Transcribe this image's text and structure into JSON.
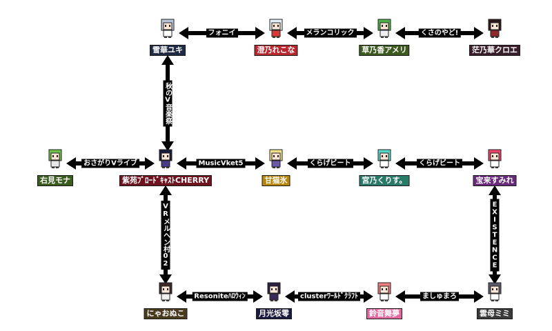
{
  "characters": [
    {
      "id": "c1",
      "name": "雪華ユキ",
      "tag_color": "#1f2a44",
      "hair": "#b8c4d8",
      "outfit": "#ffffff"
    },
    {
      "id": "c2",
      "name": "澄乃れこな",
      "tag_color": "#b8262e",
      "hair": "#e8eef6",
      "outfit": "#d83a3a"
    },
    {
      "id": "c3",
      "name": "草乃香アメリ",
      "tag_color": "#3c5a1e",
      "hair": "#4fb04a",
      "outfit": "#f0f0f0"
    },
    {
      "id": "c4",
      "name": "茫乃華クロエ",
      "tag_color": "#3a1d2a",
      "hair": "#2a1a1a",
      "outfit": "#8a2a2a"
    },
    {
      "id": "c5",
      "name": "右見モナ",
      "tag_color": "#3a5c1e",
      "hair": "#6ec04a",
      "outfit": "#e8e8e8"
    },
    {
      "id": "c6",
      "name": "紫苑ﾌﾞﾛｰﾄﾞｷｬｽﾄCHERRY",
      "tag_color": "#6e1420",
      "hair": "#1a1a3a",
      "outfit": "#4a3a8a"
    },
    {
      "id": "c7",
      "name": "甘猫氷",
      "tag_color": "#b8860b",
      "hair": "#f0e08a",
      "outfit": "#6a5aa8"
    },
    {
      "id": "c8",
      "name": "宮乃くりす。",
      "tag_color": "#2a7a6a",
      "hair": "#5ad6c8",
      "outfit": "#ffffff"
    },
    {
      "id": "c9",
      "name": "宝来すみれ",
      "tag_color": "#6a2a7a",
      "hair": "#e8446a",
      "outfit": "#ffffff"
    },
    {
      "id": "c10",
      "name": "にゃおぬこ",
      "tag_color": "#4a3a1e",
      "hair": "#3a2a2a",
      "outfit": "#f0f0f0"
    },
    {
      "id": "c11",
      "name": "月光坂零",
      "tag_color": "#1a1a40",
      "hair": "#2a2040",
      "outfit": "#3a2a5a"
    },
    {
      "id": "c12",
      "name": "鈴音舞夢",
      "tag_color": "#e06aa0",
      "hair": "#f08080",
      "outfit": "#ffffff"
    },
    {
      "id": "c13",
      "name": "雲母ミミ",
      "tag_color": "#3a3a3a",
      "hair": "#5a5a6a",
      "outfit": "#ffffff"
    }
  ],
  "connections": [
    {
      "id": "e1",
      "from": "c1",
      "to": "c2",
      "label": "フォニイ",
      "direction": "horizontal"
    },
    {
      "id": "e2",
      "from": "c2",
      "to": "c3",
      "label": "メランコリック",
      "direction": "horizontal"
    },
    {
      "id": "e3",
      "from": "c3",
      "to": "c4",
      "label": "くさのやど!",
      "direction": "horizontal"
    },
    {
      "id": "e4",
      "from": "c1",
      "to": "c6",
      "label": "秋のV音楽祭",
      "direction": "vertical"
    },
    {
      "id": "e5",
      "from": "c5",
      "to": "c6",
      "label": "おさがりVライブ",
      "direction": "horizontal"
    },
    {
      "id": "e6",
      "from": "c6",
      "to": "c7",
      "label": "MusicVket5",
      "direction": "horizontal"
    },
    {
      "id": "e7",
      "from": "c7",
      "to": "c8",
      "label": "くらげビート",
      "direction": "horizontal"
    },
    {
      "id": "e8",
      "from": "c8",
      "to": "c9",
      "label": "くらげビート",
      "direction": "horizontal"
    },
    {
      "id": "e9",
      "from": "c6",
      "to": "c10",
      "label": "VRメルヘン村02",
      "direction": "vertical"
    },
    {
      "id": "e10",
      "from": "c9",
      "to": "c13",
      "label": "EXISTENCE",
      "direction": "vertical"
    },
    {
      "id": "e11",
      "from": "c10",
      "to": "c11",
      "label": "Resoniteﾊﾛｳｨﾝ",
      "direction": "horizontal"
    },
    {
      "id": "e12",
      "from": "c11",
      "to": "c12",
      "label": "clusterﾜｰﾙﾄﾞｸﾗﾌﾄ",
      "direction": "horizontal"
    },
    {
      "id": "e13",
      "from": "c12",
      "to": "c13",
      "label": "ましゅまろ",
      "direction": "horizontal"
    }
  ]
}
